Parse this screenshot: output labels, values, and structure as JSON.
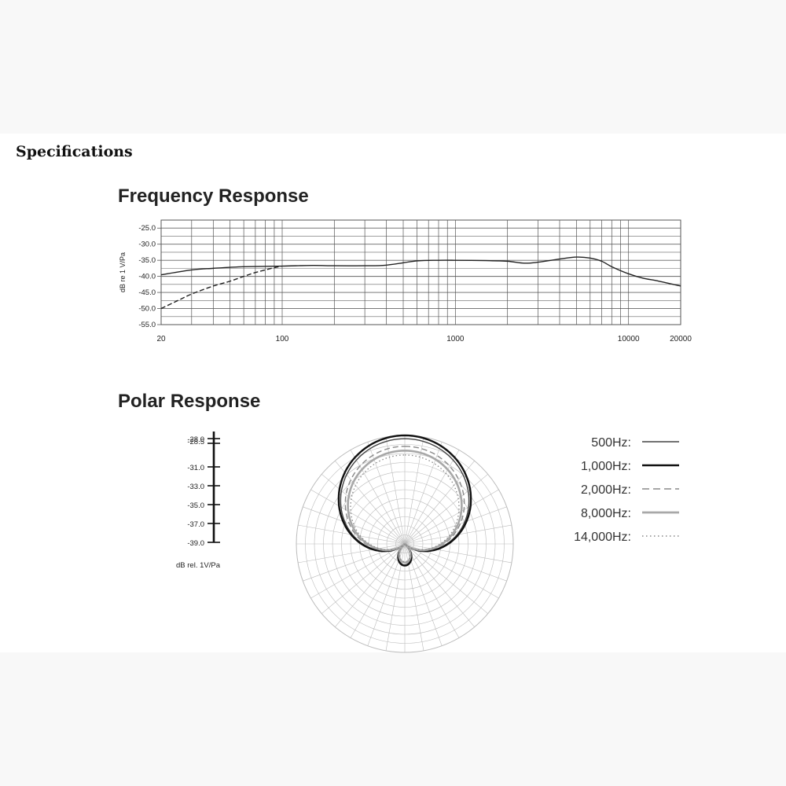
{
  "page": {
    "heading": "Specifications"
  },
  "chart_data": [
    {
      "type": "line",
      "title": "Frequency Response",
      "xlabel": "",
      "ylabel": "dB re 1 V/Pa",
      "xscale": "log",
      "xlim": [
        20,
        20000
      ],
      "ylim": [
        -55.0,
        -22.5
      ],
      "x_ticks": [
        "20",
        "100",
        "1000",
        "10000",
        "20000"
      ],
      "y_ticks": [
        "-25.0",
        "-30.0",
        "-35.0",
        "-40.0",
        "-45.0",
        "-50.0",
        "-55.0"
      ],
      "grid": true,
      "series": [
        {
          "style": "solid",
          "x": [
            20,
            30,
            40,
            60,
            100,
            150,
            200,
            300,
            400,
            600,
            800,
            1000,
            1500,
            2000,
            2500,
            3000,
            4000,
            5000,
            6000,
            7000,
            8000,
            10000,
            12000,
            15000,
            20000
          ],
          "y": [
            -39.5,
            -38.0,
            -37.5,
            -37.0,
            -36.8,
            -36.6,
            -36.7,
            -36.7,
            -36.5,
            -35.2,
            -35.0,
            -35.0,
            -35.1,
            -35.3,
            -35.9,
            -35.6,
            -34.6,
            -34.0,
            -34.3,
            -35.3,
            -37.0,
            -39.2,
            -40.5,
            -41.5,
            -43.0
          ]
        },
        {
          "style": "dashed",
          "x": [
            20,
            25,
            30,
            40,
            50,
            60,
            70,
            80,
            90,
            100
          ],
          "y": [
            -50.0,
            -47.5,
            -45.5,
            -43.0,
            -41.5,
            -40.0,
            -38.8,
            -38.0,
            -37.3,
            -36.8
          ]
        }
      ]
    },
    {
      "type": "polar",
      "title": "Polar Response",
      "scale_label": "dB rel. 1V/Pa",
      "scale_ticks": [
        "-28.5",
        "-28.0",
        "-31.0",
        "-33.0",
        "-35.0",
        "-37.0",
        "-39.0"
      ],
      "legend_position": "right",
      "series": [
        {
          "name": "500Hz:",
          "style": "solid",
          "color": "#444444"
        },
        {
          "name": "1,000Hz:",
          "style": "bold",
          "color": "#111111"
        },
        {
          "name": "2,000Hz:",
          "style": "dashed",
          "color": "#8a8a8a"
        },
        {
          "name": "8,000Hz:",
          "style": "thick-light",
          "color": "#a8a8a8"
        },
        {
          "name": "14,000Hz:",
          "style": "dotted",
          "color": "#888888"
        }
      ]
    }
  ]
}
